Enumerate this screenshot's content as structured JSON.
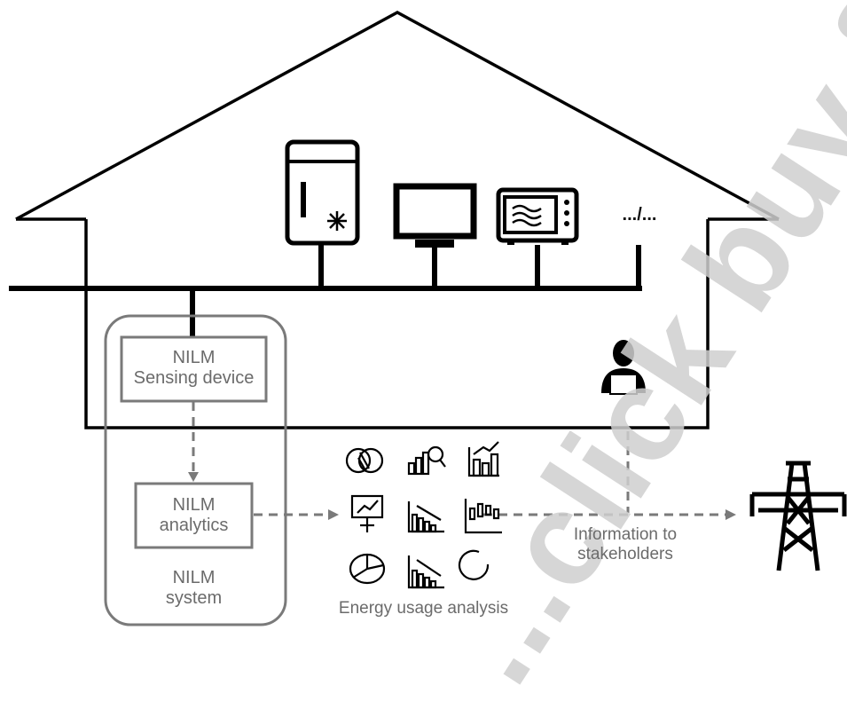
{
  "diagram": {
    "sensing_device_label": [
      "NILM",
      "Sensing device"
    ],
    "analytics_label": [
      "NILM",
      "analytics"
    ],
    "system_label": [
      "NILM",
      "system"
    ],
    "more_appliances_label": ".../...",
    "information_label": [
      "Information to",
      "stakeholders"
    ],
    "energy_analysis_label": "Energy usage analysis",
    "watermark_text": "...click buy f"
  },
  "colors": {
    "line_dark": "#000000",
    "line_gray": "#7a7a7a",
    "text_gray": "#6b6b6b"
  },
  "icons": [
    "fridge-icon",
    "tv-icon",
    "microwave-icon",
    "user-icon",
    "power-pylon-icon",
    "venn-icon",
    "bar-chart-magnifier-icon",
    "bar-chart-trend-icon",
    "presentation-chart-icon",
    "declining-chart-icon",
    "candlestick-chart-icon",
    "pie-chart-icon",
    "declining-chart-2-icon",
    "partial-pie-icon"
  ]
}
